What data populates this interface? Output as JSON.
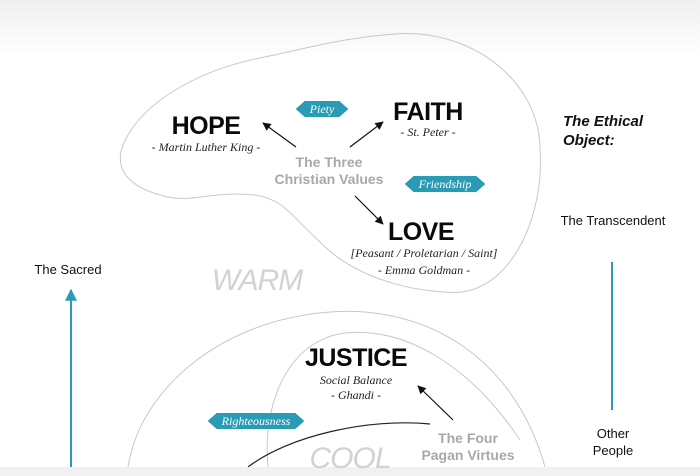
{
  "warm_section": {
    "virtues": {
      "hope": {
        "name": "HOPE",
        "attribution": "- Martin Luther King -"
      },
      "faith": {
        "name": "FAITH",
        "attribution": "- St. Peter -"
      },
      "love": {
        "name": "LOVE",
        "attribution_line1": "[Peasant / Proletarian / Saint]",
        "attribution_line2": "- Emma Goldman -"
      }
    },
    "center_label": {
      "line1": "The Three",
      "line2": "Christian Values"
    },
    "tags": {
      "piety": "Piety",
      "friendship": "Friendship"
    },
    "temperature": "WARM"
  },
  "cool_section": {
    "virtues": {
      "justice": {
        "name": "JUSTICE",
        "attribution_line1": "Social Balance",
        "attribution_line2": "- Ghandi -"
      }
    },
    "center_label": {
      "line1": "The Four",
      "line2": "Pagan Virtues"
    },
    "tags": {
      "righteousness": "Righteousness"
    },
    "temperature": "COOL"
  },
  "left_axis": {
    "label": "The Sacred"
  },
  "right_axis": {
    "heading_line1": "The Ethical",
    "heading_line2": "Object:",
    "top_label": "The Transcendent",
    "bottom_label_line1": "Other",
    "bottom_label_line2": "People"
  },
  "colors": {
    "accent": "#2a9bb4",
    "muted_text": "#a8a8a8",
    "outline": "#c8c8c8"
  }
}
